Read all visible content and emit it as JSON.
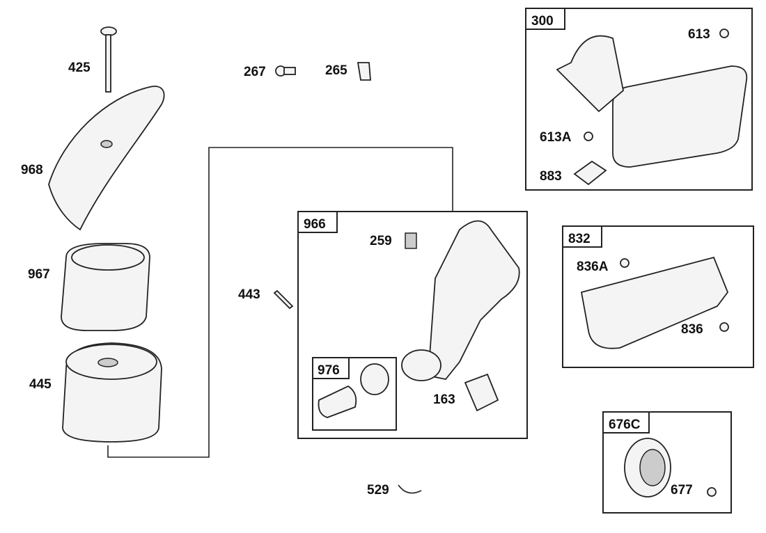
{
  "diagram": {
    "loose_parts": {
      "p425": "425",
      "p267": "267",
      "p265": "265",
      "p968": "968",
      "p967": "967",
      "p445": "445",
      "p443": "443",
      "p529": "529"
    },
    "group_966": {
      "title": "966",
      "p259": "259",
      "p163": "163",
      "sub_976": {
        "title": "976"
      }
    },
    "group_300": {
      "title": "300",
      "p613": "613",
      "p613A": "613A",
      "p883": "883"
    },
    "group_832": {
      "title": "832",
      "p836A": "836A",
      "p836": "836"
    },
    "group_676C": {
      "title": "676C",
      "p677": "677"
    }
  }
}
